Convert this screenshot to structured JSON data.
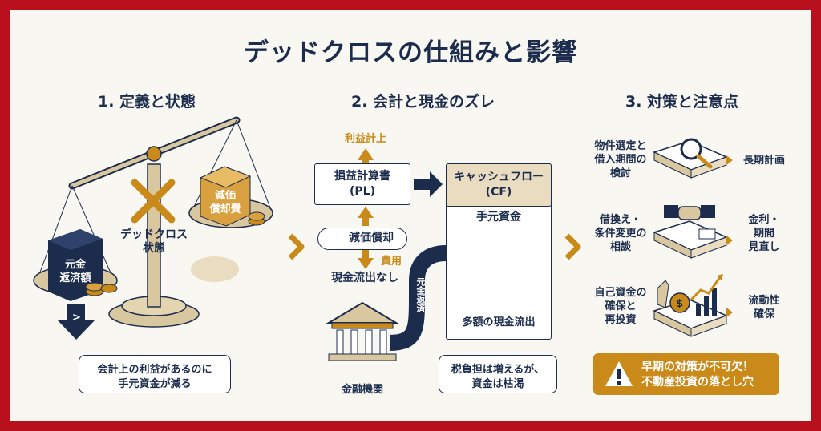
{
  "title": "デッドクロスの仕組みと影響",
  "sections": {
    "s1": "1. 定義と状態",
    "s2": "2. 会計と現金のズレ",
    "s3": "3. 対策と注意点"
  },
  "s1": {
    "left_pan": "元金\n返済額",
    "right_pan": "減価\n償却費",
    "cross_label": "デッドクロス\n状態",
    "bubble": "会計上の利益があるのに\n手元資金が減る"
  },
  "s2": {
    "profit_up": "利益計上",
    "pl_box": "損益計算書\n(PL)",
    "depreciation": "減価償却",
    "expense": "費用",
    "no_cash_out": "現金流出なし",
    "cf_header": "キャッシュフロー\n(CF)",
    "cash_on_hand": "手元資金",
    "large_outflow": "多額の現金流出",
    "principal_repay": "元金返済",
    "bank": "金融機関",
    "bubble": "税負担は増えるが、\n資金は枯渇"
  },
  "s3": {
    "items": [
      {
        "left": "物件選定と\n借入期間の\n検討",
        "right": "長期計画"
      },
      {
        "left": "借換え・\n条件変更の\n相談",
        "right": "金利・\n期間\n見直し"
      },
      {
        "left": "自己資金の\n確保と\n再投資",
        "right": "流動性\n確保"
      }
    ],
    "warning": "早期の対策が不可欠！\n不動産投資の落とし穴"
  },
  "colors": {
    "navy": "#1c2c4c",
    "gold": "#c98a1a",
    "frame": "#b8101c",
    "background": "#f8f7f2"
  }
}
